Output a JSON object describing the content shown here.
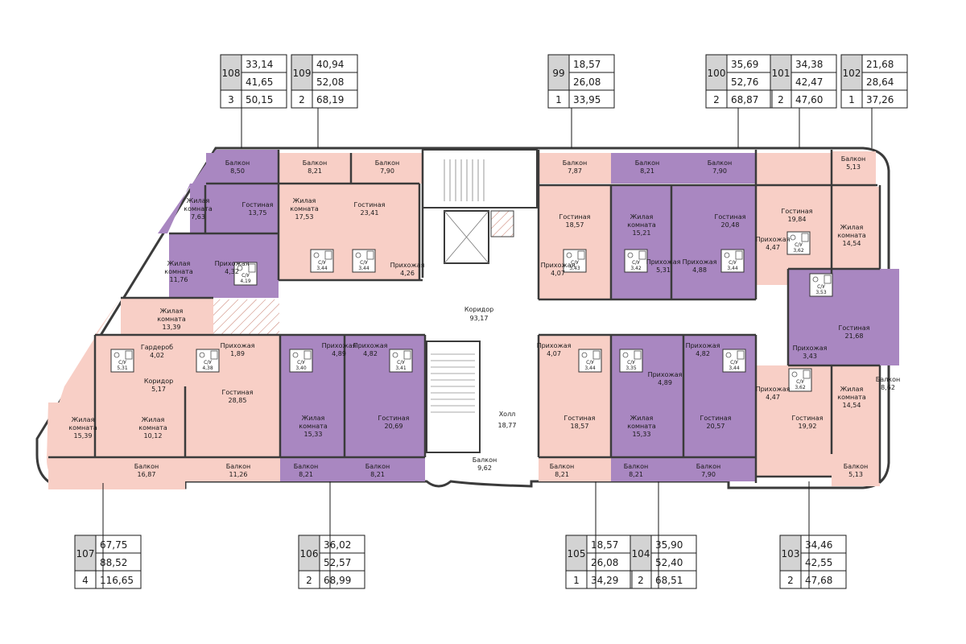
{
  "colors": {
    "pink": "#f8cfc6",
    "purple": "#a987c1",
    "wall": "#3b3b3b",
    "legend_grey": "#d3d3d3",
    "line": "#1a1a1a"
  },
  "corridor": {
    "name": "Коридор",
    "area": "93,17"
  },
  "hall": {
    "name": "Холл",
    "area": "18,77"
  },
  "legends": [
    {
      "id": "108",
      "living": "33,14",
      "total": "41,65",
      "rooms": "3",
      "full": "50,15"
    },
    {
      "id": "109",
      "living": "40,94",
      "total": "52,08",
      "rooms": "2",
      "full": "68,19"
    },
    {
      "id": "99",
      "living": "18,57",
      "total": "26,08",
      "rooms": "1",
      "full": "33,95"
    },
    {
      "id": "100",
      "living": "35,69",
      "total": "52,76",
      "rooms": "2",
      "full": "68,87"
    },
    {
      "id": "101",
      "living": "34,38",
      "total": "42,47",
      "rooms": "2",
      "full": "47,60"
    },
    {
      "id": "102",
      "living": "21,68",
      "total": "28,64",
      "rooms": "1",
      "full": "37,26"
    },
    {
      "id": "107",
      "living": "67,75",
      "total": "88,52",
      "rooms": "4",
      "full": "116,65"
    },
    {
      "id": "106",
      "living": "36,02",
      "total": "52,57",
      "rooms": "2",
      "full": "68,99"
    },
    {
      "id": "105",
      "living": "18,57",
      "total": "26,08",
      "rooms": "1",
      "full": "34,29"
    },
    {
      "id": "104",
      "living": "35,90",
      "total": "52,40",
      "rooms": "2",
      "full": "68,51"
    },
    {
      "id": "103",
      "living": "34,46",
      "total": "42,55",
      "rooms": "2",
      "full": "47,68"
    }
  ],
  "rooms": [
    {
      "name": "Балкон",
      "area": "8,50"
    },
    {
      "name": "Балкон",
      "area": "8,21"
    },
    {
      "name": "Балкон",
      "area": "7,90"
    },
    {
      "name": "Балкон",
      "area": "7,87"
    },
    {
      "name": "Балкон",
      "area": "8,21"
    },
    {
      "name": "Балкон",
      "area": "7,90"
    },
    {
      "name": "Балкон",
      "area": "5,13"
    },
    {
      "name": "Жилая комната",
      "area": "7,63"
    },
    {
      "name": "Гостиная",
      "area": "13,75"
    },
    {
      "name": "Жилая комната",
      "area": "17,53"
    },
    {
      "name": "Гостиная",
      "area": "23,41"
    },
    {
      "name": "Гостиная",
      "area": "18,57"
    },
    {
      "name": "Жилая комната",
      "area": "15,21"
    },
    {
      "name": "Гостиная",
      "area": "20,48"
    },
    {
      "name": "Гостиная",
      "area": "19,84"
    },
    {
      "name": "Жилая комната",
      "area": "14,54"
    },
    {
      "name": "Жилая комната",
      "area": "11,76"
    },
    {
      "name": "Прихожая",
      "area": "4,32"
    },
    {
      "name": "Прихожая",
      "area": "4,26"
    },
    {
      "name": "Прихожая",
      "area": "4,07"
    },
    {
      "name": "Прихожая",
      "area": "5,31"
    },
    {
      "name": "Прихожая",
      "area": "4,88"
    },
    {
      "name": "Прихожая",
      "area": "4,47"
    },
    {
      "name": "Жилая комната",
      "area": "13,39"
    },
    {
      "name": "Гостиная",
      "area": "21,68"
    },
    {
      "name": "Гардероб",
      "area": "4,02"
    },
    {
      "name": "Прихожая",
      "area": "1,89"
    },
    {
      "name": "Прихожая",
      "area": "4,89"
    },
    {
      "name": "Прихожая",
      "area": "4,82"
    },
    {
      "name": "Прихожая",
      "area": "4,07"
    },
    {
      "name": "Прихожая",
      "area": "4,89"
    },
    {
      "name": "Прихожая",
      "area": "4,82"
    },
    {
      "name": "Прихожая",
      "area": "3,43"
    },
    {
      "name": "Коридор",
      "area": "5,17"
    },
    {
      "name": "Гостиная",
      "area": "28,85"
    },
    {
      "name": "Прихожая",
      "area": "4,47"
    },
    {
      "name": "Жилая комната",
      "area": "14,54"
    },
    {
      "name": "Жилая комната",
      "area": "15,39"
    },
    {
      "name": "Жилая комната",
      "area": "10,12"
    },
    {
      "name": "Жилая комната",
      "area": "15,33"
    },
    {
      "name": "Гостиная",
      "area": "20,69"
    },
    {
      "name": "Гостиная",
      "area": "18,57"
    },
    {
      "name": "Жилая комната",
      "area": "15,33"
    },
    {
      "name": "Гостиная",
      "area": "20,57"
    },
    {
      "name": "Гостиная",
      "area": "19,92"
    },
    {
      "name": "Балкон",
      "area": "16,87"
    },
    {
      "name": "Балкон",
      "area": "11,26"
    },
    {
      "name": "Балкон",
      "area": "8,21"
    },
    {
      "name": "Балкон",
      "area": "8,21"
    },
    {
      "name": "Балкон",
      "area": "9,62"
    },
    {
      "name": "Балкон",
      "area": "8,21"
    },
    {
      "name": "Балкон",
      "area": "8,21"
    },
    {
      "name": "Балкон",
      "area": "7,90"
    },
    {
      "name": "Балкон",
      "area": "5,13"
    },
    {
      "name": "Балкон",
      "area": "8,62"
    }
  ],
  "bathrooms": [
    {
      "name": "С/У",
      "area": "3,44"
    },
    {
      "name": "С/У",
      "area": "3,44"
    },
    {
      "name": "С/У",
      "area": "3,43"
    },
    {
      "name": "С/У",
      "area": "3,42"
    },
    {
      "name": "С/У",
      "area": "3,44"
    },
    {
      "name": "С/У",
      "area": "4,19"
    },
    {
      "name": "С/У",
      "area": "3,62"
    },
    {
      "name": "С/У",
      "area": "3,53"
    },
    {
      "name": "С/У",
      "area": "5,31"
    },
    {
      "name": "С/У",
      "area": "4,38"
    },
    {
      "name": "С/У",
      "area": "3,40"
    },
    {
      "name": "С/У",
      "area": "3,41"
    },
    {
      "name": "С/У",
      "area": "3,44"
    },
    {
      "name": "С/У",
      "area": "3,35"
    },
    {
      "name": "С/У",
      "area": "3,44"
    },
    {
      "name": "С/У",
      "area": "3,62"
    }
  ]
}
